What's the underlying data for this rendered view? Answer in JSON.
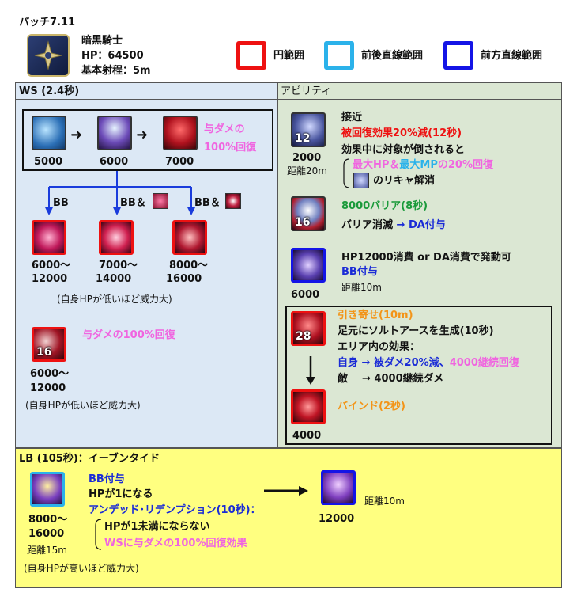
{
  "patch": "パッチ7.11",
  "job": {
    "name": "暗黒騎士",
    "hp": "HP：64500",
    "range": "基本射程：5m"
  },
  "legend": {
    "circle": "円範囲",
    "front_back_line": "前後直線範囲",
    "front_line": "前方直線範囲"
  },
  "ws": {
    "header": "WS (2.4秒)",
    "combo_potency": [
      "5000",
      "6000",
      "7000"
    ],
    "combo_note_1": "与ダメの",
    "combo_note_2": "100%回復",
    "branch_labels": [
      "BB",
      "BB＆",
      "BB＆"
    ],
    "branch_potency": [
      [
        "6000～",
        "12000"
      ],
      [
        "7000～",
        "14000"
      ],
      [
        "8000～",
        "16000"
      ]
    ],
    "branch_note": "(自身HPが低いほど威力大)",
    "single": {
      "charges": "16",
      "note": "与ダメの100%回復",
      "potency_1": "6000～",
      "potency_2": "12000",
      "sub": "(自身HPが低いほど威力大)"
    }
  },
  "ability": {
    "header": "アビリティ",
    "a1": {
      "title": "接近",
      "line1": "被回復効果20%減(12秒)",
      "line2": "効果中に対象が倒されると",
      "line3_a": "最大HP＆",
      "line3_b": "最大MP",
      "line3_c": "の20%回復",
      "line4": "のリキャ解消",
      "charges": "12",
      "potency": "2000",
      "range": "距離20m"
    },
    "a2": {
      "charges": "16",
      "line1": "8000バリア(8秒)",
      "line2_a": "バリア消滅 ",
      "line2_b": "→ DA付与"
    },
    "a3": {
      "line1": "HP12000消費 or DA消費で発動可",
      "line2": "BB付与",
      "range": "距離10m",
      "potency": "6000"
    },
    "a4": {
      "charges": "28",
      "title": "引き寄せ(10m)",
      "line1": "足元にソルトアースを生成(10秒)",
      "line2": "エリア内の効果：",
      "line3_a": "自身 ",
      "line3_b": "→ 被ダメ20%減、",
      "line3_c": "4000継続回復",
      "line4_a": "敵",
      "line4_b": "→ 4000継続ダメ",
      "bind": "バインド(2秒)",
      "potency": "4000"
    }
  },
  "lb": {
    "header": "LB (105秒)：イーブンタイド",
    "line1": "BB付与",
    "line2": "HPが1になる",
    "line3": "アンデッド･リデンプション(10秒)：",
    "line4": "HPが1未満にならない",
    "line5": "WSに与ダメの100%回復効果",
    "potency_1": "8000～",
    "potency_2": "16000",
    "range": "距離15m",
    "sub": "(自身HPが高いほど威力大)",
    "follow_potency": "12000",
    "follow_range": "距離10m"
  }
}
